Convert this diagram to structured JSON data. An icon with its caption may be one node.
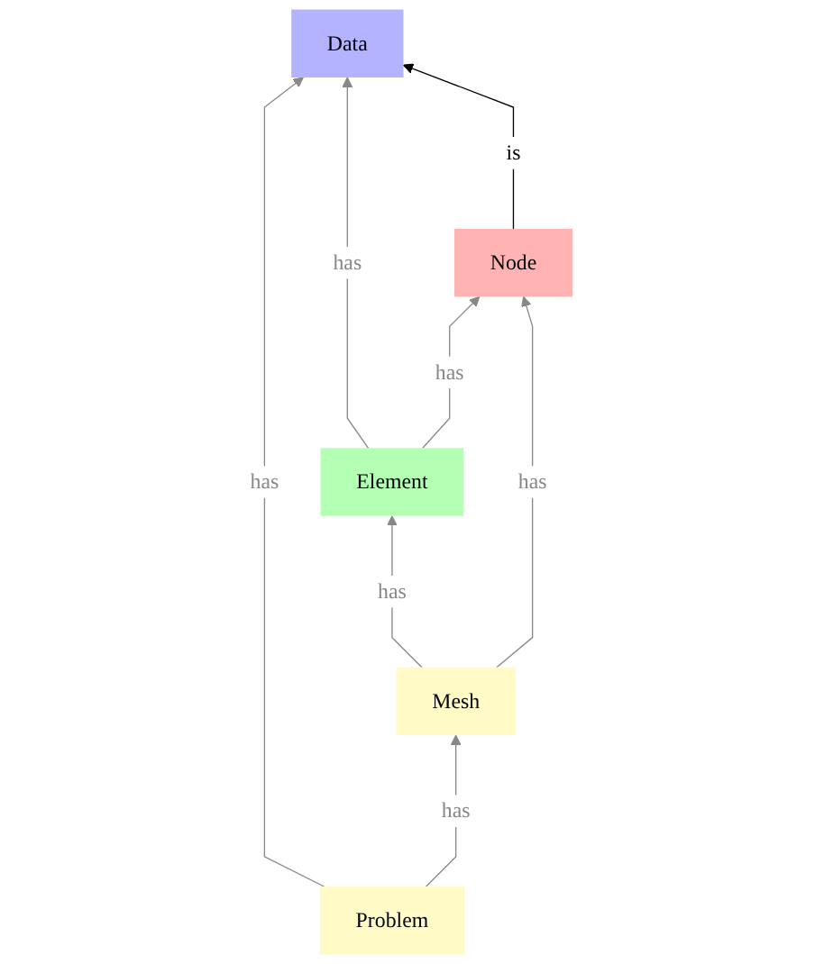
{
  "diagram": {
    "nodes": [
      {
        "text": [
          "Data"
        ]
      },
      {
        "text": [
          "Node"
        ]
      },
      {
        "text": [
          "Element"
        ]
      },
      {
        "text": [
          "Mesh"
        ]
      },
      {
        "text": [
          "Problem"
        ]
      }
    ],
    "edges": [
      {
        "from": 1,
        "to": 0,
        "arrow": "to",
        "label": "is",
        "color": "#000000"
      },
      {
        "from": 4,
        "to": 0,
        "arrow": "to",
        "label": "has"
      },
      {
        "from": 2,
        "to": 0,
        "arrow": "to",
        "label": "has"
      },
      {
        "from": 2,
        "to": 1,
        "arrow": "to",
        "label": "has"
      },
      {
        "from": 3,
        "to": 2,
        "arrow": "to",
        "label": "has"
      },
      {
        "from": 3,
        "to": 1,
        "arrow": "to",
        "label": "has"
      },
      {
        "from": 4,
        "to": 3,
        "arrow": "to",
        "label": "has"
      }
    ]
  }
}
